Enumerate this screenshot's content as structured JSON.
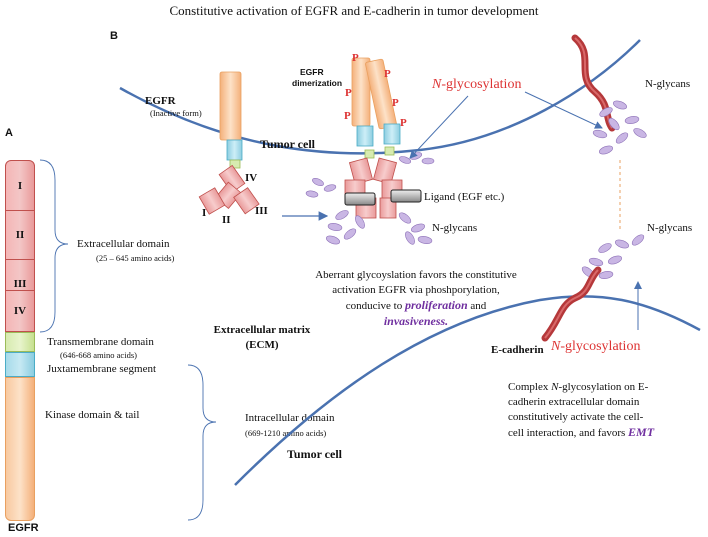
{
  "title": "Constitutive activation of EGFR and E-cadherin in tumor development",
  "panel_a": {
    "label": "A",
    "protein_name": "EGFR",
    "domains": [
      "I",
      "II",
      "III",
      "IV"
    ],
    "extracellular": {
      "name": "Extracellular domain",
      "range": "(25 – 645 amino acids)"
    },
    "transmembrane": {
      "name": "Transmembrane domain",
      "range": "(646-668 amino acids)"
    },
    "juxtamembrane": "Juxtamembrane segment",
    "kinase": "Kinase domain  & tail",
    "intracellular": {
      "name": "Intracellular domain",
      "range": "(669-1210 amino acids)"
    }
  },
  "panel_b": {
    "label": "B",
    "egfr_inactive": {
      "name": "EGFR",
      "sub": "(Inactive form)",
      "domains": [
        "I",
        "II",
        "III",
        "IV"
      ]
    },
    "egfr_dimer": {
      "line1": "EGFR",
      "line2": "dimerization",
      "phospho": "P"
    },
    "n_glycosylation_prefix": "N",
    "n_glycosylation_suffix": "-glycosylation",
    "tumor_cell_top": "Tumor cell",
    "ligand": "Ligand (EGF etc.)",
    "n_glycans": "N-glycans",
    "aberrant_text": {
      "l1": "Aberrant glycoyslation favors the constitutive",
      "l2": "activation EGFR via phoshporylation,",
      "l3a": "conducive to ",
      "proliferation": "proliferation",
      "l3b": " and",
      "invasiveness": "invasiveness."
    },
    "ecm": {
      "l1": "Extracellular matrix",
      "l2": "(ECM)"
    },
    "ecadherin": "E-cadherin",
    "complex_text": {
      "l1a": "Complex ",
      "l1n": "N",
      "l1b": "-glycosylation on E-",
      "l2": "cadherin extracellular domain",
      "l3": "constitutively activate the cell-",
      "l4a": "cell interaction, and favors ",
      "emt": "EMT"
    },
    "tumor_cell_bottom": "Tumor cell"
  },
  "colors": {
    "membrane": "#4a72b0",
    "ecadherin": "#b5383a",
    "glycan": "#c9b6e4",
    "glycan_stroke": "#8e72b8",
    "accent_red": "#d33333",
    "purple": "#7030a0"
  }
}
